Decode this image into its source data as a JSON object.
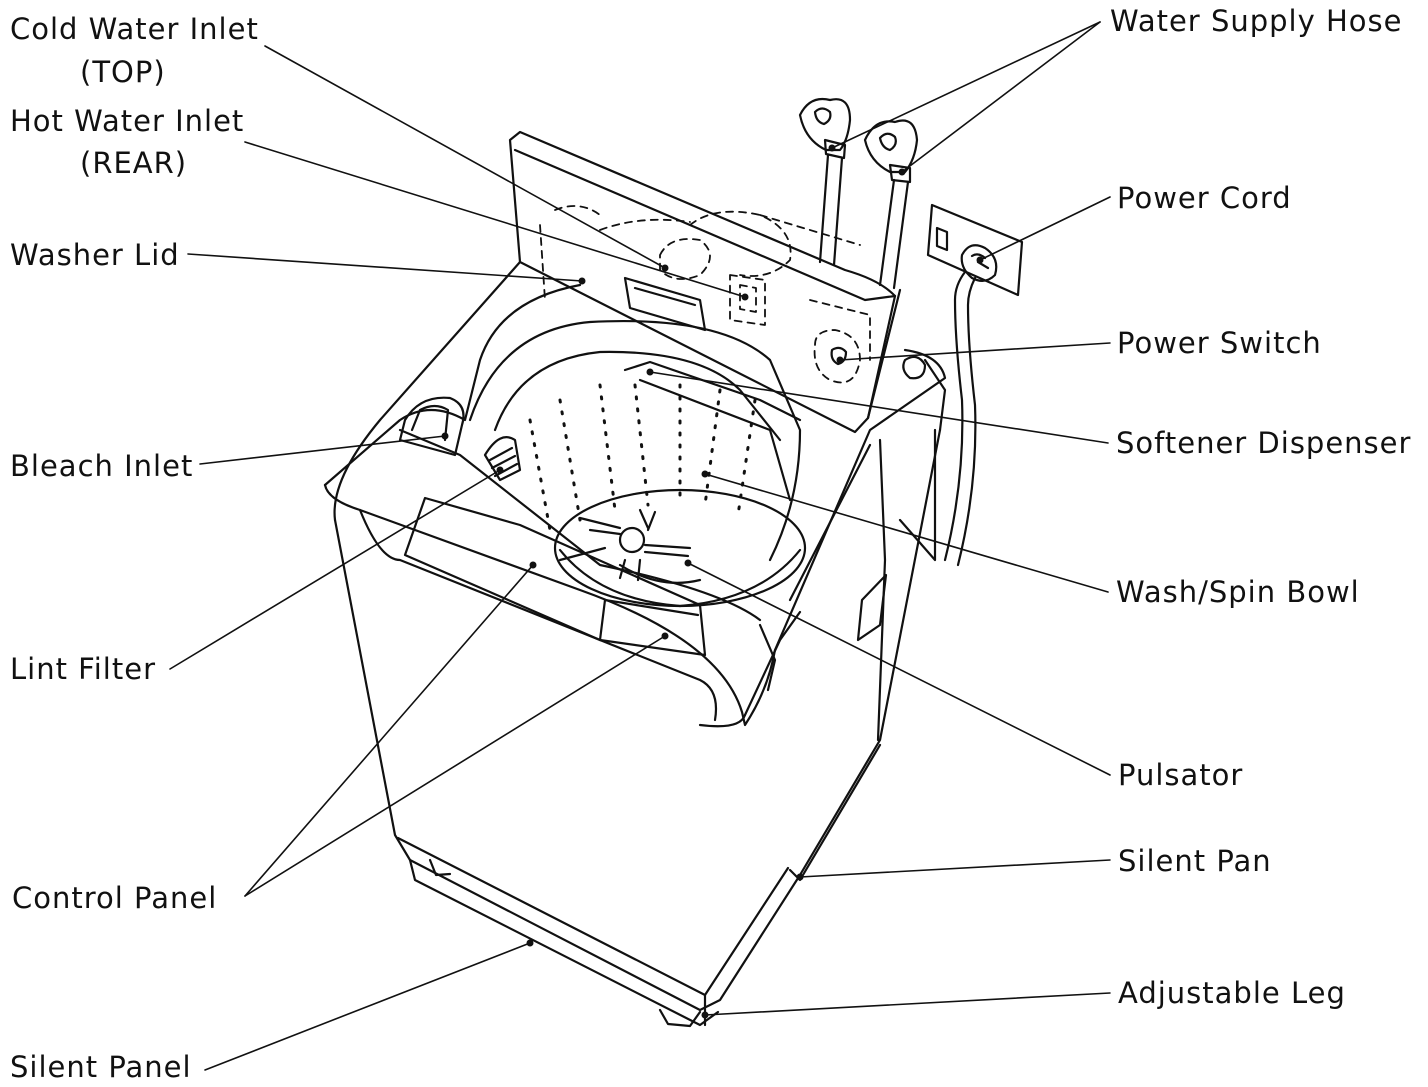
{
  "labels": {
    "cold_water_inlet": "Cold Water Inlet",
    "cold_water_inlet_sub": "(TOP)",
    "hot_water_inlet": "Hot Water Inlet",
    "hot_water_inlet_sub": "(REAR)",
    "washer_lid": "Washer Lid",
    "bleach_inlet": "Bleach Inlet",
    "lint_filter": "Lint Filter",
    "control_panel": "Control Panel",
    "silent_panel": "Silent Panel",
    "water_supply_hose": "Water Supply Hose",
    "power_cord": "Power Cord",
    "power_switch": "Power Switch",
    "softener_dispenser": "Softener Dispenser",
    "wash_spin_bowl": "Wash/Spin Bowl",
    "pulsator": "Pulsator",
    "silent_pan": "Silent Pan",
    "adjustable_leg": "Adjustable Leg"
  },
  "colors": {
    "ink": "#111111",
    "background": "#ffffff"
  }
}
